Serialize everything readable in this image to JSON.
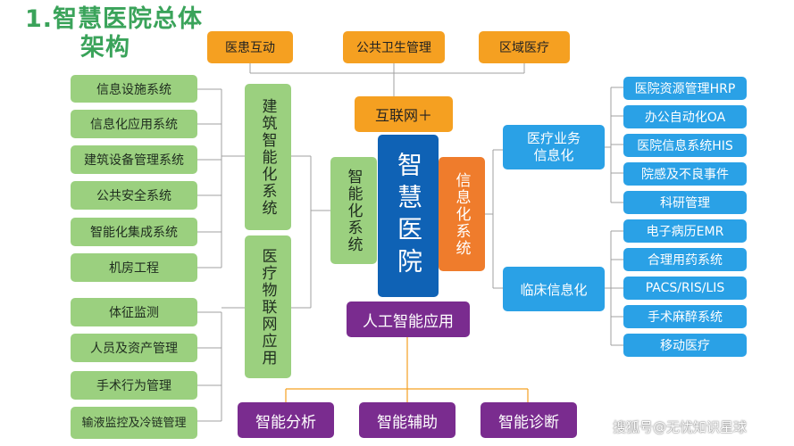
{
  "title": {
    "line1": "1.智慧医院总体",
    "line2": "架构"
  },
  "top_items": [
    "医患互动",
    "公共卫生管理",
    "区域医疗"
  ],
  "internet_label": "互联网＋",
  "center_label": "智慧医院",
  "left_systems": [
    "信息设施系统",
    "信息化应用系统",
    "建筑设备管理系统",
    "公共安全系统",
    "智能化集成系统",
    "机房工程",
    "体征监测",
    "人员及资产管理",
    "手术行为管理",
    "输液监控及冷链管理"
  ],
  "building_intel": "建筑智能化系统",
  "medical_iot": "医疗物联网应用",
  "intel_system": "智能化系统",
  "info_system": "信息化系统",
  "ai_app": "人工智能应用",
  "bottom_items": [
    "智能分析",
    "智能辅助",
    "智能诊断"
  ],
  "medical_business": "医疗业务信息化",
  "clinical_info": "临床信息化",
  "right_items": [
    "医院资源管理HRP",
    "办公自动化OA",
    "医院信息系统HIS",
    "院感及不良事件",
    "科研管理",
    "电子病历EMR",
    "合理用药系统",
    "PACS/RIS/LIS",
    "手术麻醉系统",
    "移动医疗"
  ],
  "watermark": "搜狐号@无忧知识星球",
  "colors": {
    "green": "#9bd07f",
    "orange": "#f5a021",
    "blue": "#2aa1e6",
    "purple": "#7a2c8f",
    "navy": "#0f62b5",
    "title": "#3aa35a"
  }
}
